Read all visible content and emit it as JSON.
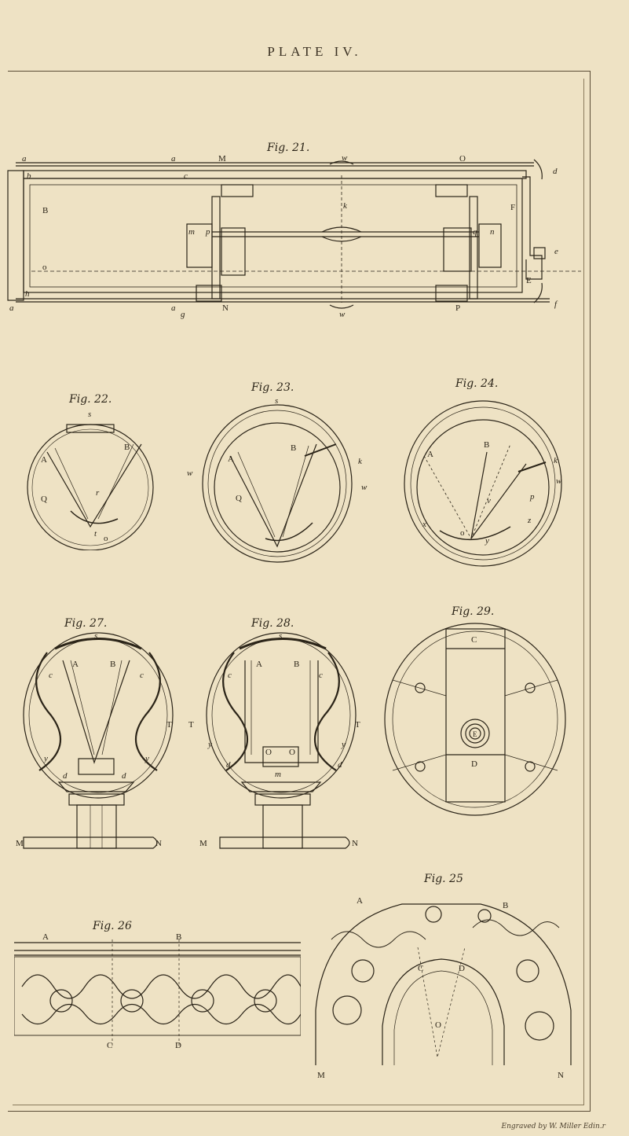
{
  "plate": {
    "title": "PLATE IV.",
    "credit": "Engraved by W. Miller Edin.r"
  },
  "fig21": {
    "caption": "Fig. 21.",
    "labels": {
      "a1": "a",
      "a2": "a",
      "a3": "a",
      "a4": "a",
      "M": "M",
      "w1": "w",
      "O": "O",
      "b": "b",
      "c": "c",
      "d": "d",
      "B": "B",
      "k": "k",
      "F": "F",
      "m": "m",
      "p": "p",
      "q": "q",
      "n": "n",
      "e": "e",
      "o": "o",
      "E": "E",
      "h": "h",
      "f": "f",
      "g": "g",
      "N": "N",
      "w2": "w",
      "P": "P"
    }
  },
  "fig22": {
    "caption": "Fig. 22.",
    "labels": {
      "s": "s",
      "A": "A",
      "B": "B",
      "Q": "Q",
      "r": "r",
      "t": "t",
      "o": "o"
    }
  },
  "fig23": {
    "caption": "Fig. 23.",
    "labels": {
      "s": "s",
      "A": "A",
      "B": "B",
      "Q": "Q",
      "k": "k",
      "w1": "w",
      "w2": "w"
    }
  },
  "fig24": {
    "caption": "Fig. 24.",
    "labels": {
      "A": "A",
      "B": "B",
      "k": "k",
      "w": "w",
      "v": "v",
      "p": "p",
      "x": "x",
      "z": "z",
      "o": "o",
      "y": "y"
    }
  },
  "fig27": {
    "caption": "Fig. 27.",
    "labels": {
      "s": "s",
      "A": "A",
      "B": "B",
      "c1": "c",
      "c2": "c",
      "T": "T",
      "y1": "y",
      "y2": "y",
      "d1": "d",
      "d2": "d",
      "M": "M",
      "N": "N"
    }
  },
  "fig28": {
    "caption": "Fig. 28.",
    "labels": {
      "s": "s",
      "A": "A",
      "B": "B",
      "c1": "c",
      "c2": "c",
      "T1": "T",
      "T2": "T",
      "y1": "y",
      "y2": "y",
      "o1": "O",
      "o2": "O",
      "m": "m",
      "d1": "d",
      "d2": "d",
      "M": "M",
      "N": "N"
    }
  },
  "fig29": {
    "caption": "Fig. 29.",
    "labels": {
      "C": "C",
      "D": "D",
      "E": "E"
    }
  },
  "fig25": {
    "caption": "Fig. 25",
    "labels": {
      "A": "A",
      "B": "B",
      "C": "C",
      "D": "D",
      "O": "O",
      "M": "M",
      "N": "N"
    }
  },
  "fig26": {
    "caption": "Fig. 26",
    "labels": {
      "A": "A",
      "B": "B",
      "C": "C",
      "D": "D"
    }
  }
}
